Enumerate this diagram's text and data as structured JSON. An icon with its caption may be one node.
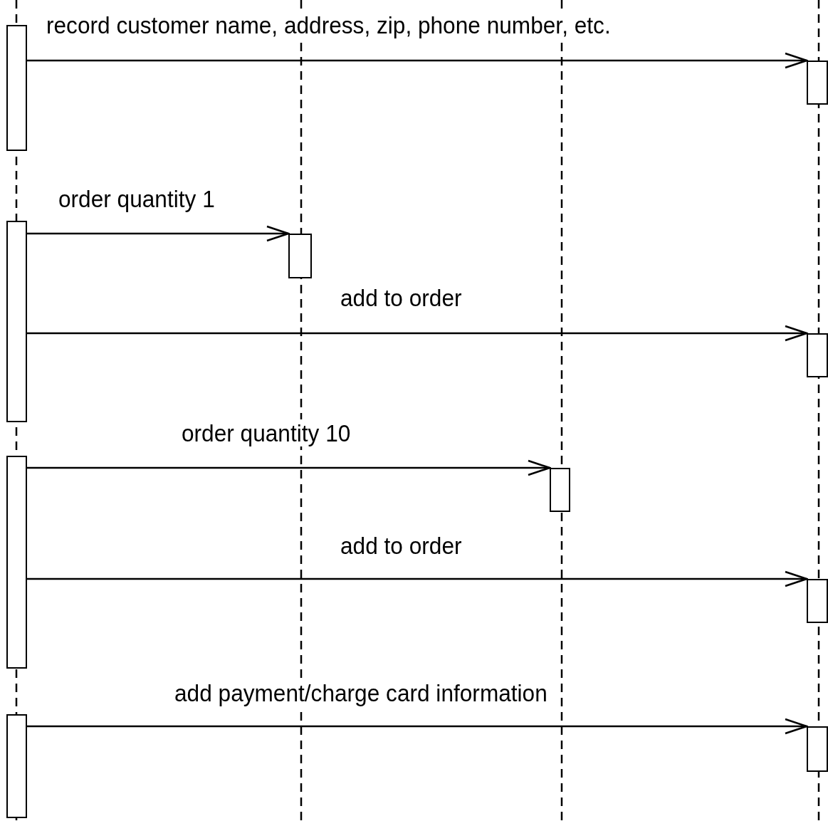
{
  "diagram": {
    "nodes": [
      {
        "text": [],
        "shape": "bar"
      },
      {
        "text": [],
        "shape": "bar"
      },
      {
        "text": [],
        "shape": "bar"
      },
      {
        "text": [],
        "shape": "bar"
      },
      {
        "text": [],
        "shape": "bar"
      },
      {
        "text": [],
        "shape": "bar"
      },
      {
        "text": [],
        "shape": "bar"
      },
      {
        "text": [],
        "shape": "bar"
      },
      {
        "text": [],
        "shape": "bar"
      },
      {
        "text": [],
        "shape": "bar"
      }
    ],
    "edges": [
      {
        "from": 0,
        "to": 1,
        "arrow": "to",
        "label": "record customer name, address, zip, phone number, etc."
      },
      {
        "from": 2,
        "to": 3,
        "arrow": "to",
        "label": "order quantity 1"
      },
      {
        "from": 2,
        "to": 4,
        "arrow": "to",
        "label": "add to order"
      },
      {
        "from": 5,
        "to": 6,
        "arrow": "to",
        "label": "order quantity 10"
      },
      {
        "from": 5,
        "to": 7,
        "arrow": "to",
        "label": "add to order"
      },
      {
        "from": 8,
        "to": 9,
        "arrow": "to",
        "label": "add payment/charge card information"
      }
    ]
  }
}
